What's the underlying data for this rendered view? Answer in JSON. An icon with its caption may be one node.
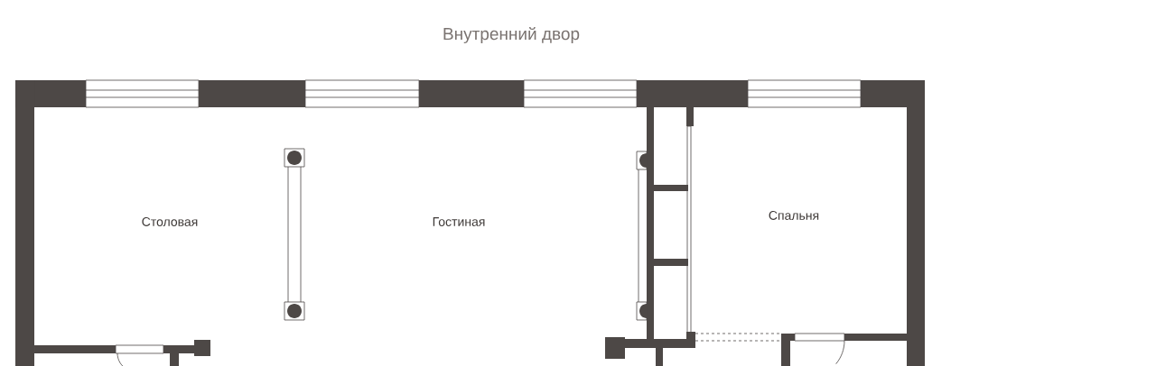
{
  "diagram": {
    "labels": [
      "Внутренний двор",
      "Столовая",
      "Гостиная",
      "Спальня"
    ]
  }
}
